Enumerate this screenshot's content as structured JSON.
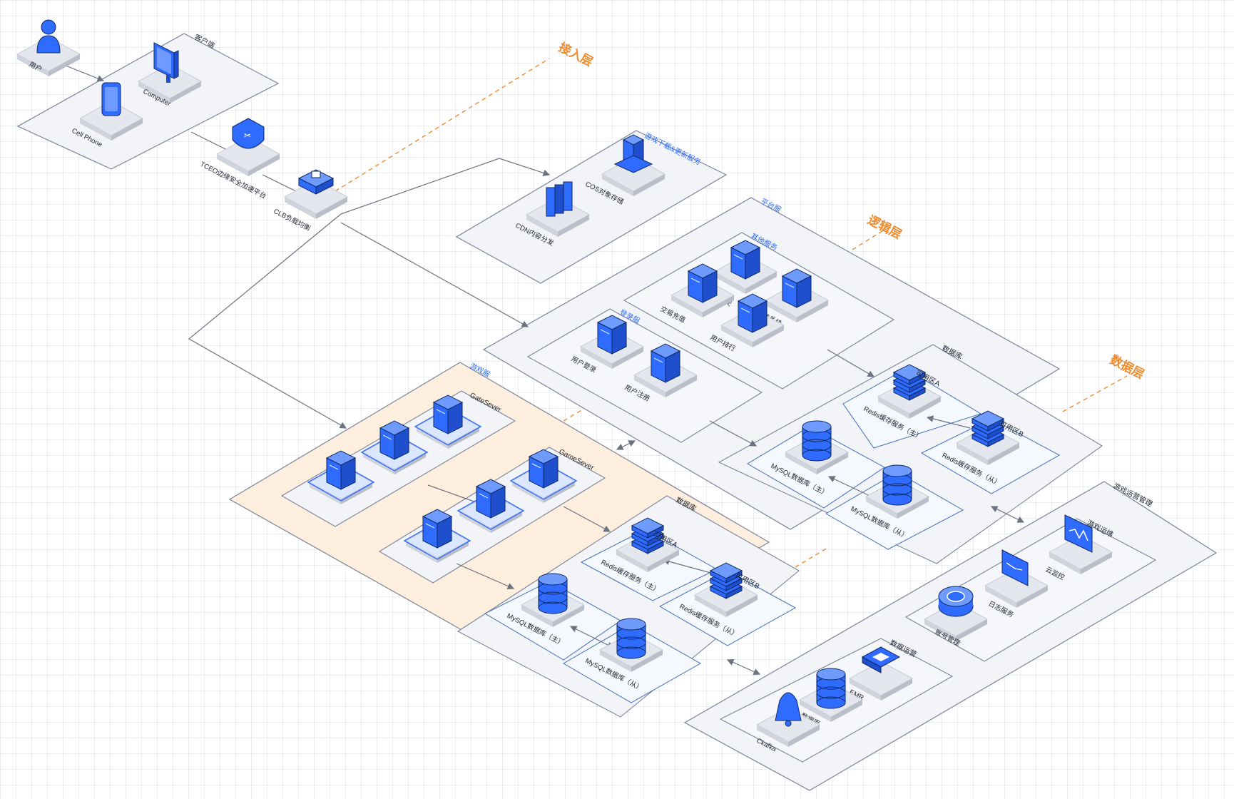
{
  "groups": {
    "client": "客户端",
    "download": "游戏下载&更新服务",
    "platform": "平台服",
    "other": "其他服务",
    "login": "登录服",
    "platform_db": "数据库",
    "platform_db_a": "可用区A",
    "platform_db_b": "可用区B",
    "game": "游戏服",
    "gate": "GateSever",
    "gameserver": "GameSever",
    "game_db": "数据库",
    "game_db_a": "可用区A",
    "game_db_b": "可用区B",
    "ops": "游戏运营管理",
    "ops_monitor": "游戏运维",
    "data_ops": "数据运营"
  },
  "nodes": {
    "user": "用户",
    "computer": "Computer",
    "phone": "Cell Phone",
    "tceo": "TCEO边缘安全加速平台",
    "clb": "CLB负载均衡",
    "cos": "COS对象存储",
    "cdn": "CDN内容分发",
    "social": "好友社交",
    "trade": "交易充值",
    "mail": "邮件系统",
    "rank": "用户排行",
    "login": "用户登录",
    "register": "用户注册",
    "p_redis_m": "Redis缓存服务（主）",
    "p_redis_s": "Redis缓存服务（从）",
    "p_mysql_m": "MySQL数据库（主）",
    "p_mysql_s": "MySQL数据库（从）",
    "g_redis_m": "Redis缓存服务（主）",
    "g_redis_s": "Redis缓存服务（从）",
    "g_mysql_m": "MySQL数据库（主）",
    "g_mysql_s": "MySQL数据库（从）",
    "cloud_monitor": "云监控",
    "log_service": "日志服务",
    "account": "账号管理",
    "emr": "EMR",
    "database": "数据库",
    "ckafka": "Ckafka"
  },
  "layers": {
    "access": "接入层",
    "logic": "逻辑层",
    "data": "数据层"
  },
  "colors": {
    "accent": "#2f6bff",
    "layer": "#f08a2c",
    "game_zone": "#fdeedd",
    "group_fill": "#f2f4f8"
  }
}
